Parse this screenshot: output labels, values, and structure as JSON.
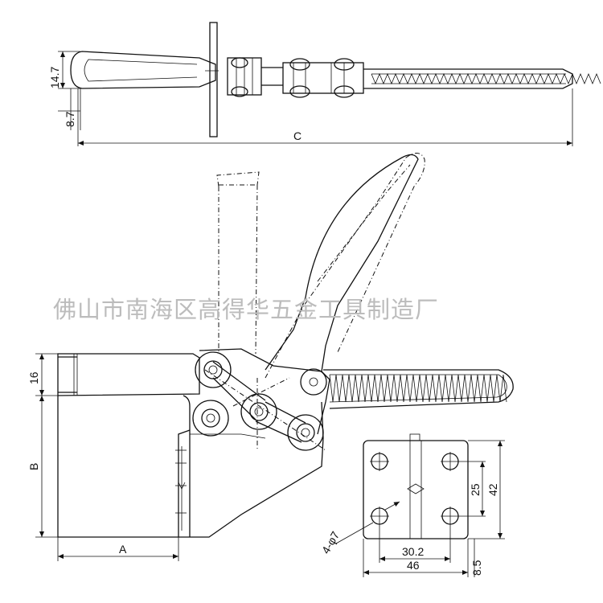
{
  "watermark": "佛山市南海区高得华五金工具制造厂",
  "dimensions": {
    "handle_thickness": "14.7",
    "handle_offset": "8.7",
    "overall_length": "C",
    "arm_height": "16",
    "body_height": "B",
    "body_length": "A",
    "hole_spacing_short": "25",
    "base_height": "42",
    "hole_spacing_long": "30.2",
    "base_width": "46",
    "bottom_offset": "8.5",
    "hole_callout": "4-φ7"
  }
}
